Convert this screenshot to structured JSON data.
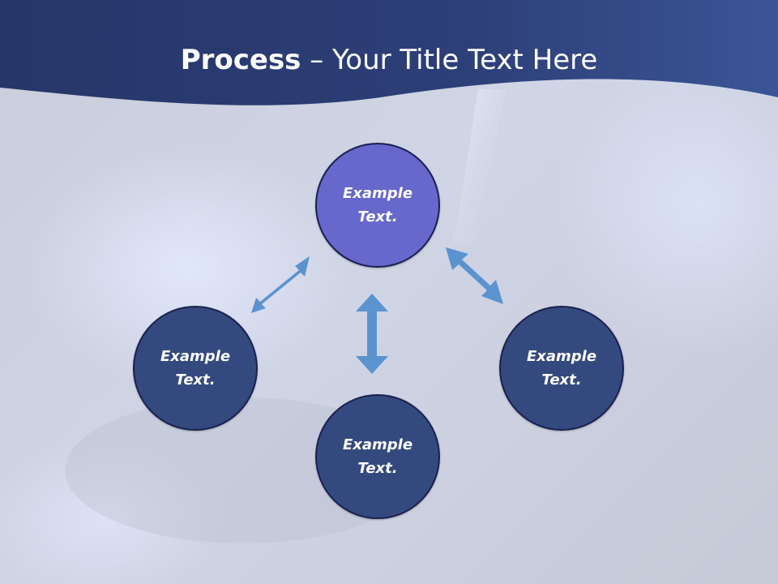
{
  "slide": {
    "title_bold": "Process",
    "title_rest": " – Your Title Text Here"
  },
  "diagram": {
    "nodes": [
      {
        "id": "center",
        "label": "Example\nText."
      },
      {
        "id": "left",
        "label": "Example\nText."
      },
      {
        "id": "bottom",
        "label": "Example\nText."
      },
      {
        "id": "right",
        "label": "Example\nText."
      }
    ]
  },
  "colors": {
    "header_band": "#2a3b70",
    "center_circle": "#6767cc",
    "outer_circle": "#344a7f",
    "arrow": "#5b93cf",
    "circle_border": "#1a2150"
  }
}
